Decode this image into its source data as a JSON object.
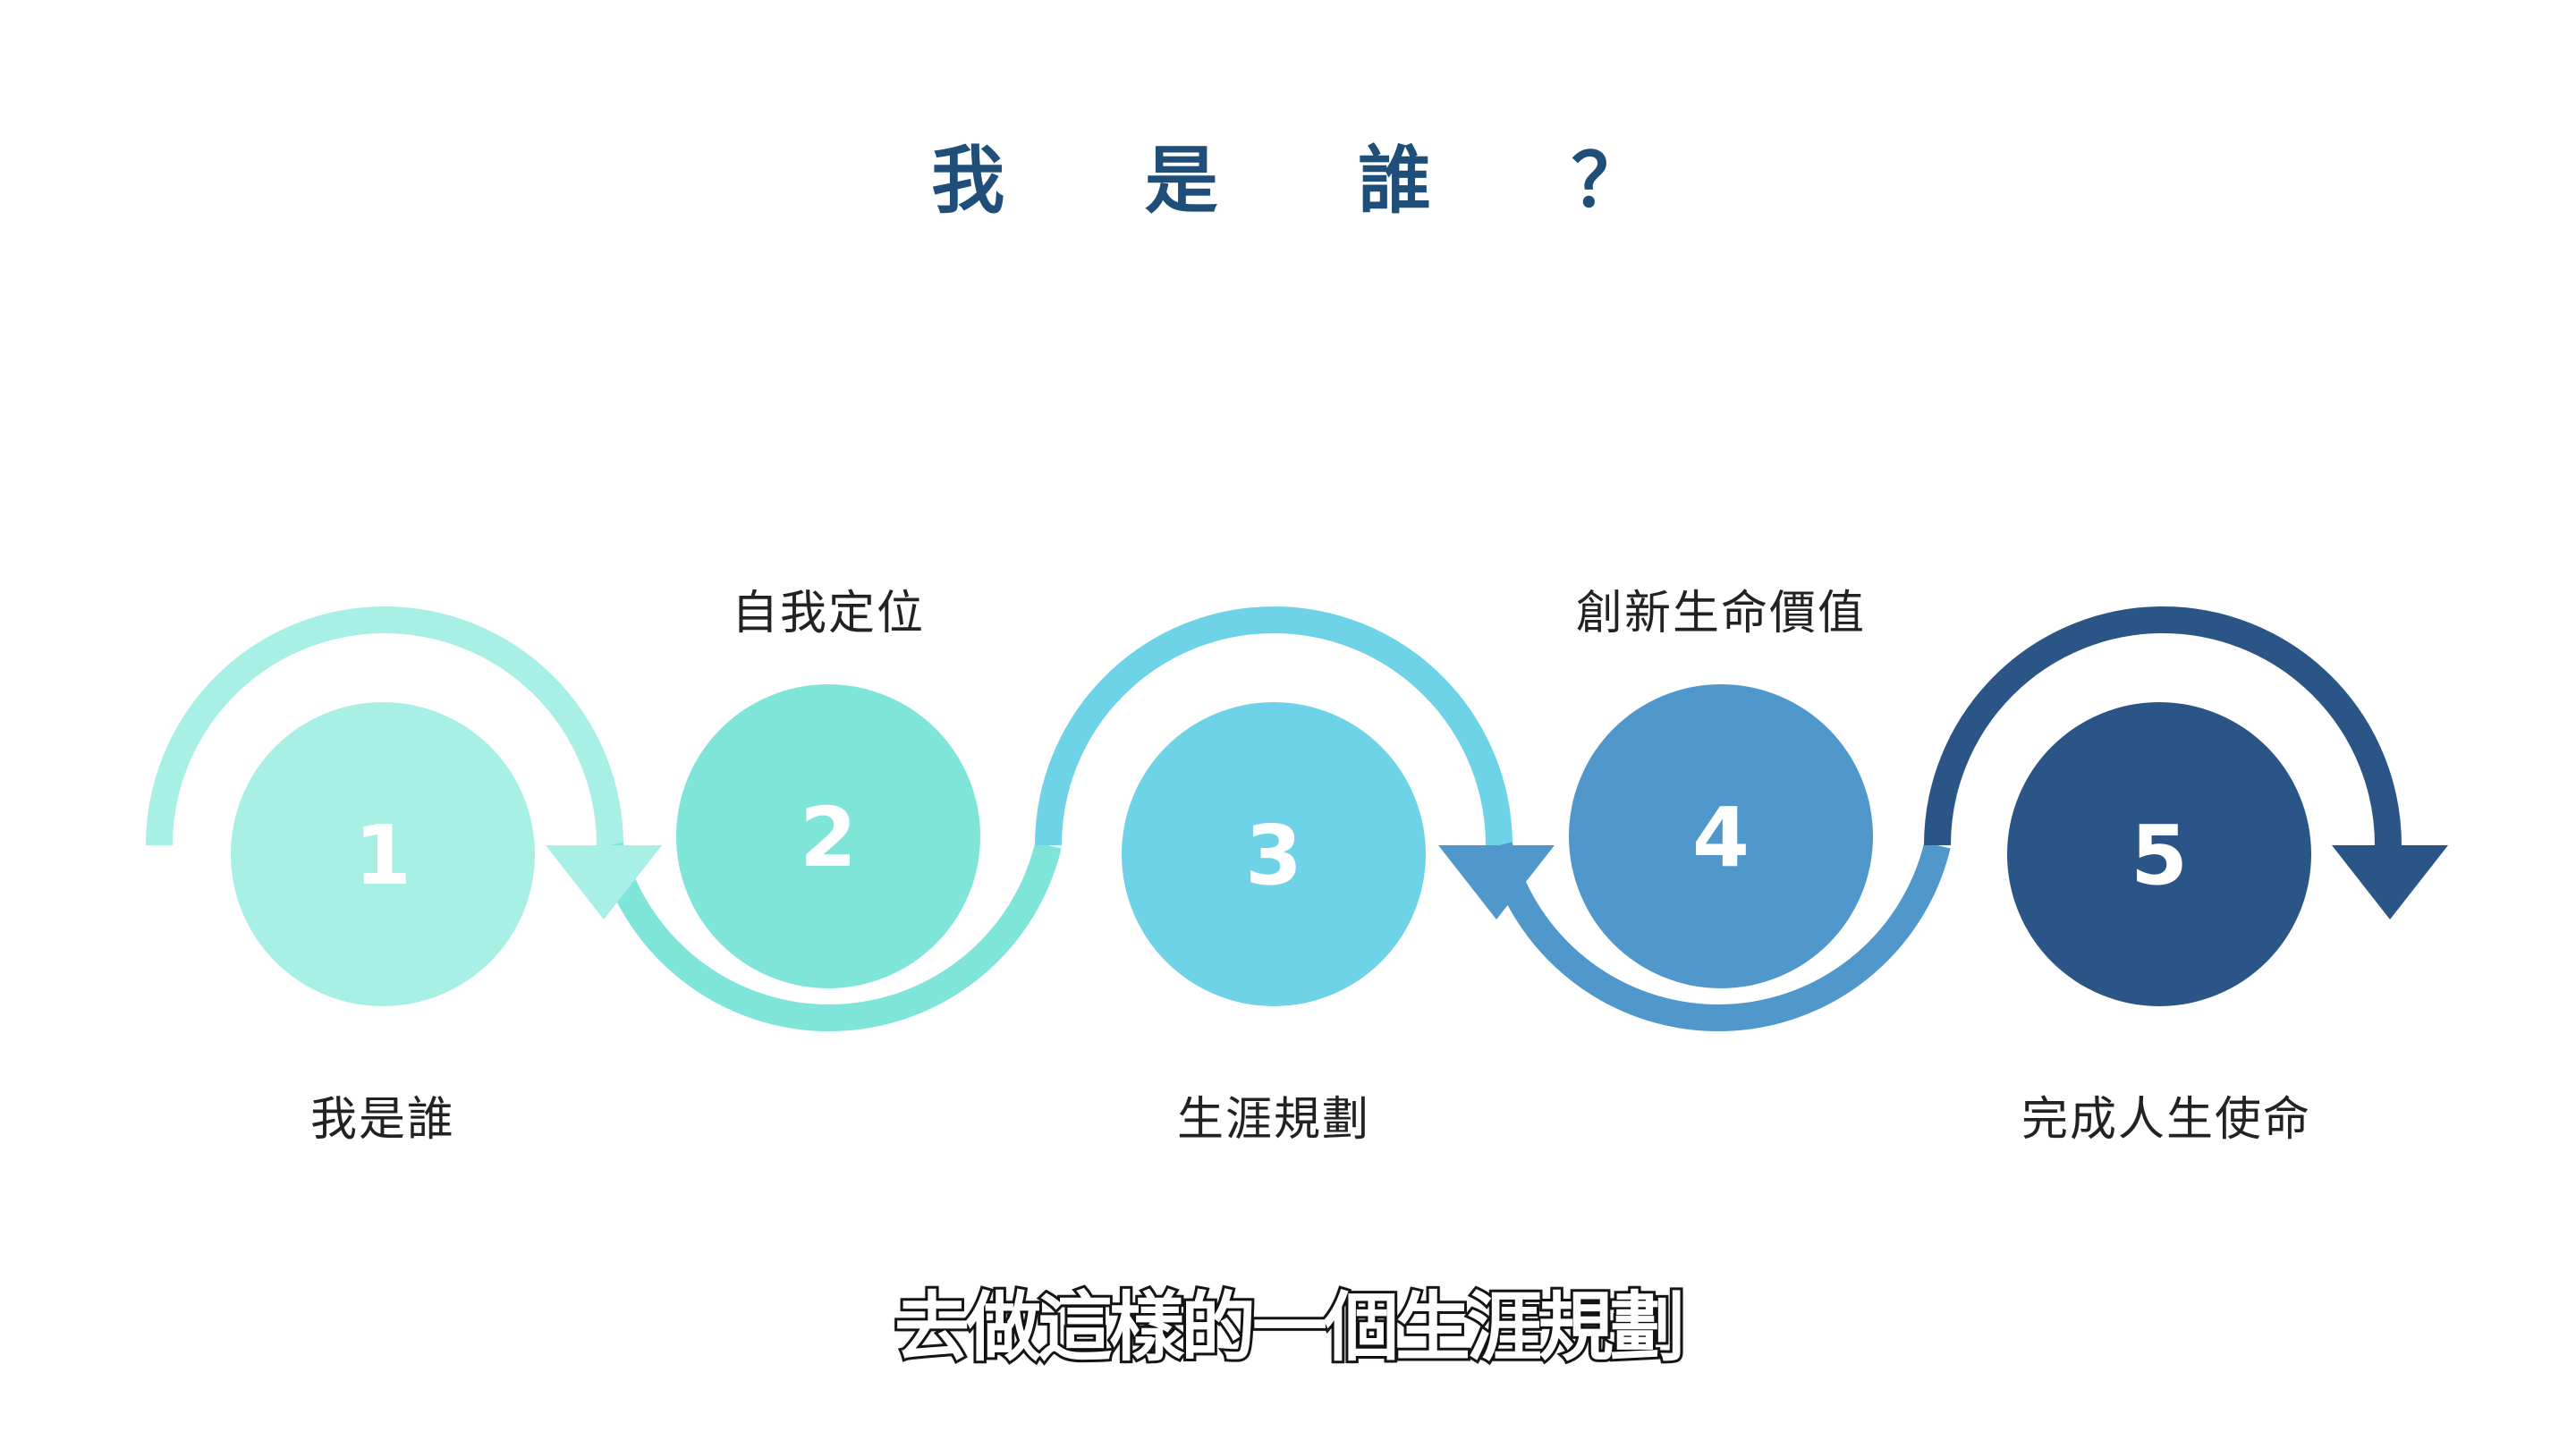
{
  "title": "我 是 誰 ？",
  "steps": [
    {
      "number": "1",
      "label": "我是誰",
      "color": "#a8efe6"
    },
    {
      "number": "2",
      "label": "自我定位",
      "color": "#7fe5d8"
    },
    {
      "number": "3",
      "label": "生涯規劃",
      "color": "#6fd3e8"
    },
    {
      "number": "4",
      "label": "創新生命價值",
      "color": "#5098cc"
    },
    {
      "number": "5",
      "label": "完成人生使命",
      "color": "#2b5586"
    }
  ],
  "subtitle": "去做這樣的一個生涯規劃"
}
